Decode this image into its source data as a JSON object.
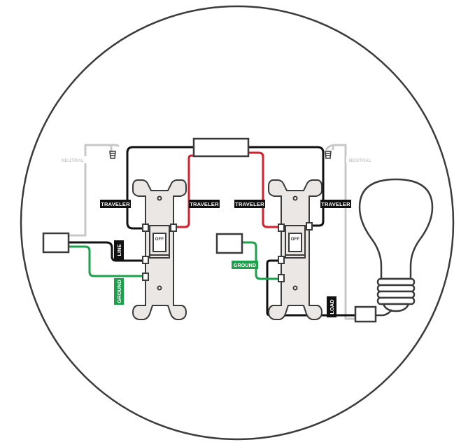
{
  "diagram": {
    "labels": {
      "neutral_left": "NEUTRAL",
      "neutral_right": "NEUTRAL",
      "traveler_1": "TRAVELER",
      "traveler_2": "TRAVELER",
      "traveler_3": "TRAVELER",
      "traveler_4": "TRAVELER",
      "line": "LINE",
      "ground_left": "GROUND",
      "ground_right": "GROUND",
      "load": "LOAD",
      "switch_left_off": "OFF",
      "switch_right_off": "OFF"
    },
    "colors": {
      "outline": "#3b3b3b",
      "neutral_wire": "#c8c8c8",
      "hot_wire": "#111111",
      "traveler_red": "#d6202d",
      "ground_wire": "#1aa34a",
      "label_bg_black": "#111111",
      "label_bg_green": "#1aa34a",
      "switch_fill": "#ebe7e5"
    }
  }
}
